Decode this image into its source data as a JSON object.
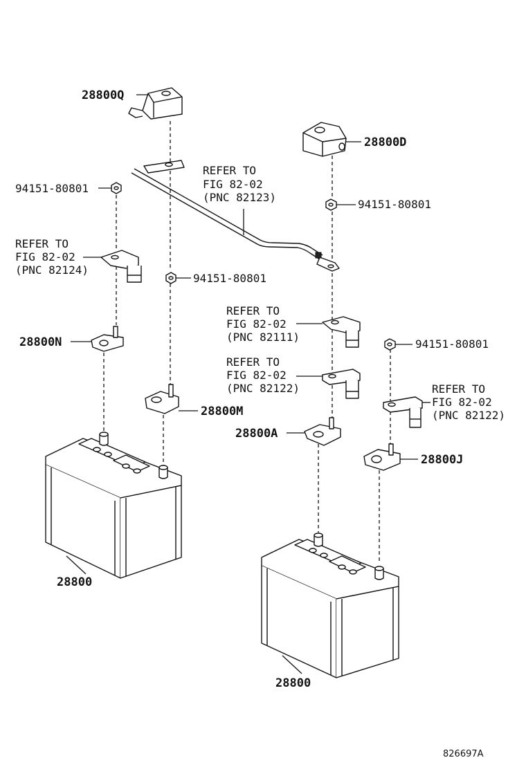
{
  "labels": {
    "cover_q": "28800Q",
    "cover_d": "28800D",
    "nut_tl": "94151-80801",
    "nut_tr": "94151-80801",
    "nut_mid": "94151-80801",
    "nut_r": "94151-80801",
    "term_n": "28800N",
    "term_m": "28800M",
    "term_a": "28800A",
    "term_j": "28800J",
    "battery_l": "28800",
    "battery_r": "28800",
    "diagram_id": "826697A"
  },
  "refs": {
    "cable_top": {
      "l1": "REFER TO",
      "l2": "FIG 82-02",
      "l3": "(PNC 82123)"
    },
    "left_clamp": {
      "l1": "REFER TO",
      "l2": "FIG 82-02",
      "l3": "(PNC 82124)"
    },
    "mid_upper": {
      "l1": "REFER TO",
      "l2": "FIG 82-02",
      "l3": "(PNC 82111)"
    },
    "mid_lower": {
      "l1": "REFER TO",
      "l2": "FIG 82-02",
      "l3": "(PNC 82122)"
    },
    "right": {
      "l1": "REFER TO",
      "l2": "FIG 82-02",
      "l3": "(PNC 82122)"
    }
  }
}
